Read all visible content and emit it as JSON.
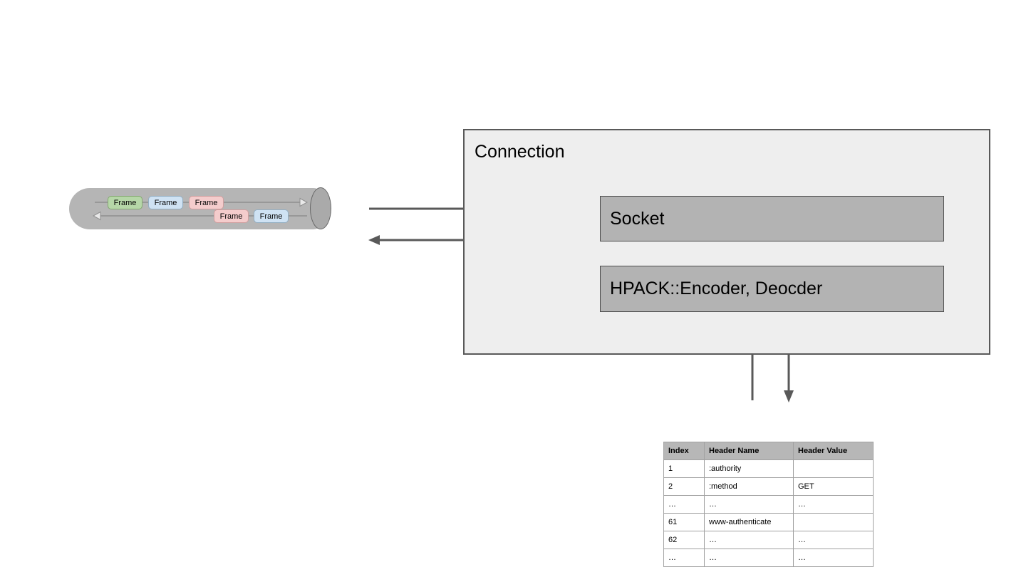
{
  "colors": {
    "pipe_fill": "#b5b5b5",
    "pipe_cap_fill": "#aaaaaa",
    "pipe_cap_border": "#666666",
    "flow_line": "#8f8f8f",
    "flow_arrowhead_fill": "#e9e9e9",
    "connection_fill": "#eeeeee",
    "connection_border": "#595959",
    "box_fill": "#b3b3b3",
    "box_border": "#4d4d4d",
    "arrow": "#595959",
    "frame_green_fill": "#b6d7a8",
    "frame_green_border": "#84a871",
    "frame_blue_fill": "#cfe2f3",
    "frame_blue_border": "#93aec2",
    "frame_pink_fill": "#f4cccc",
    "frame_pink_border": "#cf9f9f",
    "table_header_fill": "#b7b7b7",
    "table_border": "#a2a2a2"
  },
  "pipe": {
    "top_frames": [
      {
        "label": "Frame",
        "color": "green"
      },
      {
        "label": "Frame",
        "color": "blue"
      },
      {
        "label": "Frame",
        "color": "pink"
      }
    ],
    "bottom_frames": [
      {
        "label": "Frame",
        "color": "pink"
      },
      {
        "label": "Frame",
        "color": "blue"
      }
    ]
  },
  "connection": {
    "title": "Connection",
    "boxes": [
      {
        "label": "Socket"
      },
      {
        "label": "HPACK::Encoder, Deocder"
      }
    ]
  },
  "table": {
    "headers": [
      "Index",
      "Header Name",
      "Header Value"
    ],
    "rows": [
      [
        "1",
        ":authority",
        ""
      ],
      [
        "2",
        ":method",
        "GET"
      ],
      [
        "…",
        "…",
        "…"
      ],
      [
        "61",
        "www-authenticate",
        ""
      ],
      [
        "62",
        "…",
        "…"
      ],
      [
        "…",
        "…",
        "…"
      ]
    ]
  }
}
